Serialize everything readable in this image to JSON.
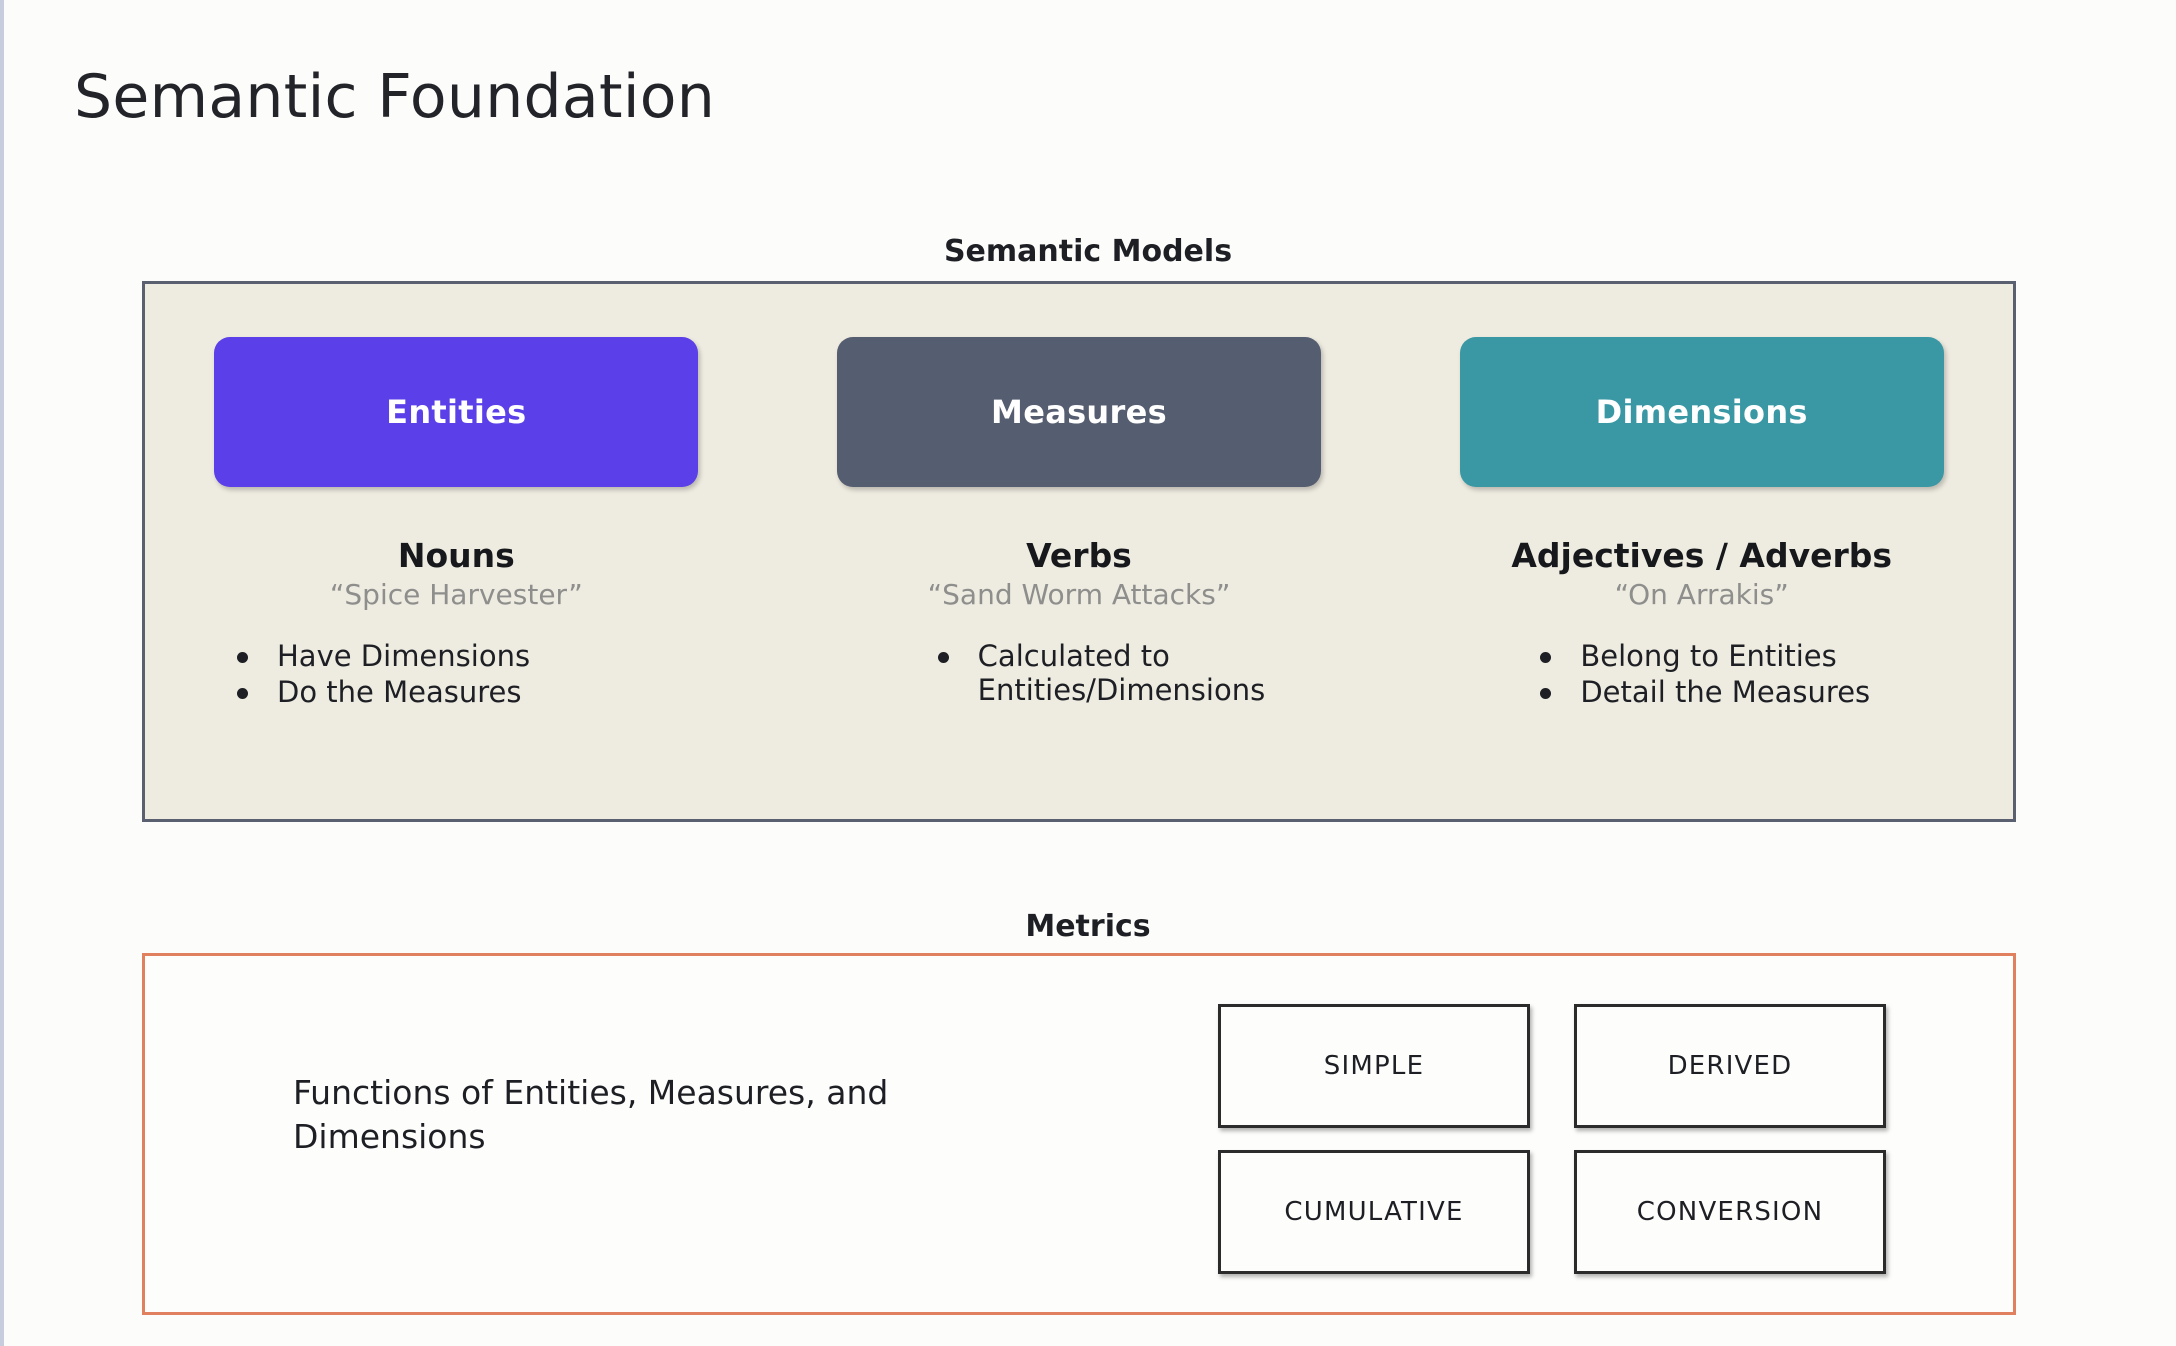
{
  "page": {
    "title": "Semantic Foundation"
  },
  "semantic_models": {
    "heading": "Semantic Models",
    "columns": [
      {
        "pill_label": "Entities",
        "pill_color": "#5b3fe8",
        "part_of_speech": "Nouns",
        "example": "“Spice Harvester”",
        "bullets": [
          "Have Dimensions",
          "Do the Measures"
        ]
      },
      {
        "pill_label": "Measures",
        "pill_color": "#555d70",
        "part_of_speech": "Verbs",
        "example": "“Sand Worm Attacks”",
        "bullets": [
          "Calculated to\nEntities/Dimensions"
        ]
      },
      {
        "pill_label": "Dimensions",
        "pill_color": "#3a98a5",
        "part_of_speech": "Adjectives / Adverbs",
        "example": "“On Arrakis”",
        "bullets": [
          "Belong to Entities",
          "Detail the Measures"
        ]
      }
    ]
  },
  "metrics": {
    "heading": "Metrics",
    "description": "Functions of Entities, Measures, and Dimensions",
    "border_color": "#e0805f",
    "types": [
      "SIMPLE",
      "DERIVED",
      "CUMULATIVE",
      "CONVERSION"
    ]
  }
}
